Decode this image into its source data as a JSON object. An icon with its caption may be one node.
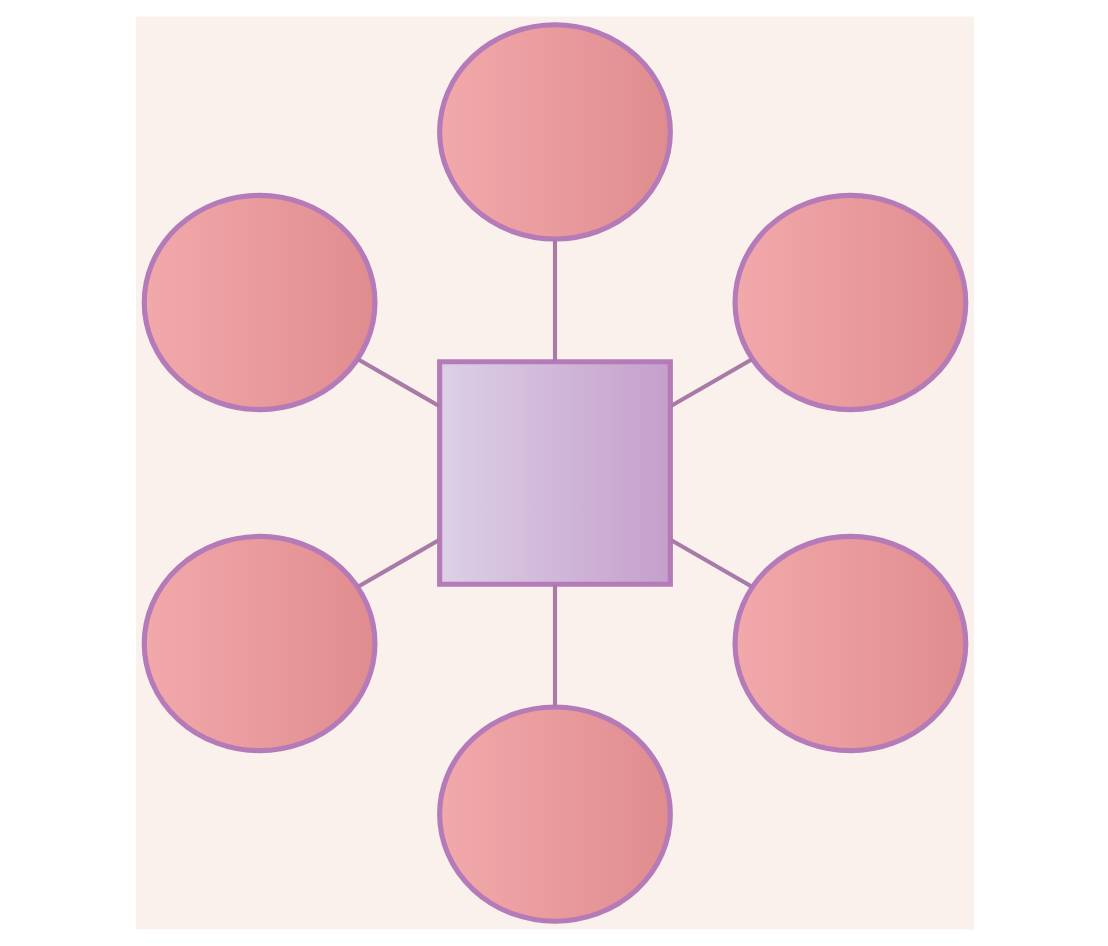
{
  "diagram": {
    "nodes": [
      {
        "text": [],
        "shape": "circle"
      },
      {
        "text": [],
        "shape": "circle"
      },
      {
        "text": [],
        "shape": "circle"
      },
      {
        "text": [],
        "shape": "box"
      },
      {
        "text": [],
        "shape": "circle"
      },
      {
        "text": [],
        "shape": "circle"
      },
      {
        "text": [],
        "shape": "circle"
      }
    ],
    "edges": [
      {
        "from": 3,
        "to": 0,
        "arrow": "none"
      },
      {
        "from": 3,
        "to": 1,
        "arrow": "none"
      },
      {
        "from": 3,
        "to": 2,
        "arrow": "none"
      },
      {
        "from": 3,
        "to": 4,
        "arrow": "none"
      },
      {
        "from": 3,
        "to": 5,
        "arrow": "none"
      },
      {
        "from": 3,
        "to": 6,
        "arrow": "none"
      }
    ]
  }
}
